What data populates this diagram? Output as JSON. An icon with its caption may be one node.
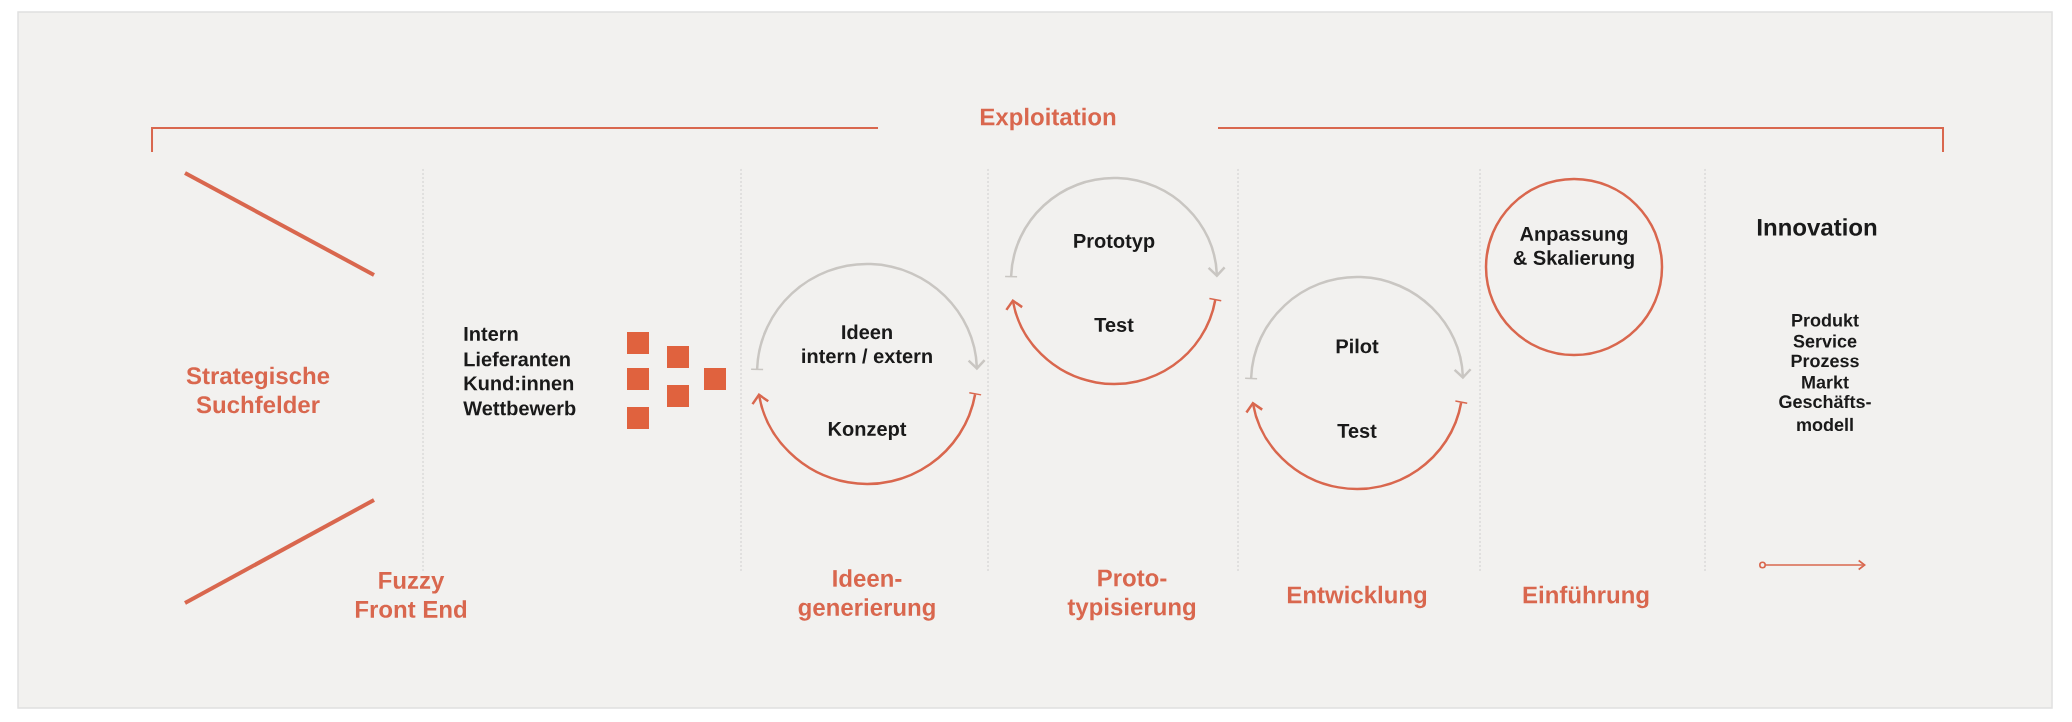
{
  "diagram": {
    "nodes": [
      {
        "text": [
          "Ideen intern / extern",
          "Konzept"
        ]
      },
      {
        "text": [
          "Prototyp",
          "Test"
        ]
      },
      {
        "text": [
          "Pilot",
          "Test"
        ]
      },
      {
        "text": [
          "Anpassung & Skalierung"
        ]
      }
    ],
    "labels": [
      "Exploitation",
      "Strategische Suchfelder",
      "Intern",
      "Lieferanten",
      "Kund:innen",
      "Wettbewerb",
      "Innovation",
      "Produkt",
      "Service",
      "Prozess",
      "Markt",
      "Geschäfts- modell",
      "Fuzzy Front End",
      "Ideen- generierung",
      "Proto- typisierung",
      "Entwicklung",
      "Einführung"
    ]
  }
}
